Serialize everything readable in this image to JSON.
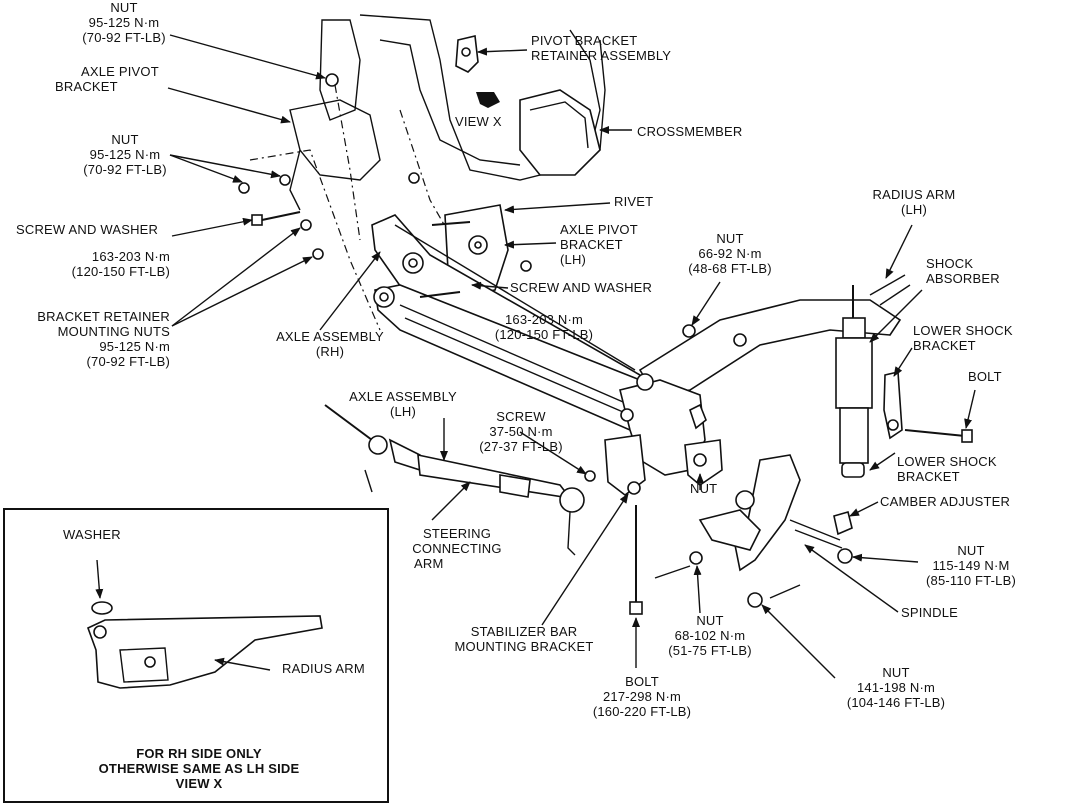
{
  "labels": {
    "nut_top": [
      "NUT",
      "95-125 N·m",
      "(70-92 FT-LB)"
    ],
    "axle_pivot_bracket": [
      "AXLE PIVOT",
      "BRACKET"
    ],
    "nut_mid": [
      "NUT",
      "95-125 N·m",
      "(70-92 FT-LB)"
    ],
    "screw_and_washer_left": [
      "SCREW AND WASHER"
    ],
    "torque_163_left": [
      "163-203 N·m",
      "(120-150 FT-LB)"
    ],
    "bracket_retainer": [
      "BRACKET RETAINER",
      "MOUNTING NUTS",
      "95-125 N·m",
      "(70-92 FT-LB)"
    ],
    "pivot_bracket_retainer": [
      "PIVOT BRACKET",
      "RETAINER ASSEMBLY"
    ],
    "view_x": [
      "VIEW X"
    ],
    "crossmember": [
      "CROSSMEMBER"
    ],
    "rivet": [
      "RIVET"
    ],
    "axle_pivot_bracket_lh": [
      "AXLE PIVOT",
      "BRACKET",
      "(LH)"
    ],
    "screw_and_washer_right": [
      "SCREW AND WASHER"
    ],
    "torque_163_right": [
      "163-203 N·m",
      "(120-150 FT-LB)"
    ],
    "axle_assembly_rh": [
      "AXLE ASSEMBLY",
      "(RH)"
    ],
    "axle_assembly_lh": [
      "AXLE ASSEMBLY",
      "(LH)"
    ],
    "screw_37": [
      "SCREW",
      "37-50 N·m",
      "(27-37 FT-LB)"
    ],
    "nut_66": [
      "NUT",
      "66-92 N·m",
      "(48-68 FT-LB)"
    ],
    "radius_arm_lh": [
      "RADIUS ARM",
      "(LH)"
    ],
    "shock_absorber": [
      "SHOCK",
      "ABSORBER"
    ],
    "lower_shock_bracket_top": [
      "LOWER SHOCK",
      "BRACKET"
    ],
    "bolt_right": [
      "BOLT"
    ],
    "lower_shock_bracket_bottom": [
      "LOWER SHOCK",
      "BRACKET"
    ],
    "nut_plain": [
      "NUT"
    ],
    "camber_adjuster": [
      "CAMBER ADJUSTER"
    ],
    "steering_connecting_arm": [
      "STEERING",
      "CONNECTING",
      "ARM"
    ],
    "nut_115": [
      "NUT",
      "115-149 N·M",
      "(85-110 FT-LB)"
    ],
    "spindle": [
      "SPINDLE"
    ],
    "stabilizer_bar": [
      "STABILIZER BAR",
      "MOUNTING BRACKET"
    ],
    "nut_68": [
      "NUT",
      "68-102 N·m",
      "(51-75 FT-LB)"
    ],
    "bolt_217": [
      "BOLT",
      "217-298 N·m",
      "(160-220 FT-LB)"
    ],
    "nut_141": [
      "NUT",
      "141-198 N·m",
      "(104-146 FT-LB)"
    ],
    "washer": [
      "WASHER"
    ],
    "radius_arm_inset": [
      "RADIUS ARM"
    ],
    "inset_caption": [
      "FOR RH SIDE ONLY",
      "OTHERWISE SAME AS LH SIDE",
      "VIEW X"
    ]
  },
  "colors": {
    "ink": "#111111",
    "paper": "#ffffff"
  },
  "icons": {
    "view_arrow": "view-direction-arrow-icon"
  }
}
